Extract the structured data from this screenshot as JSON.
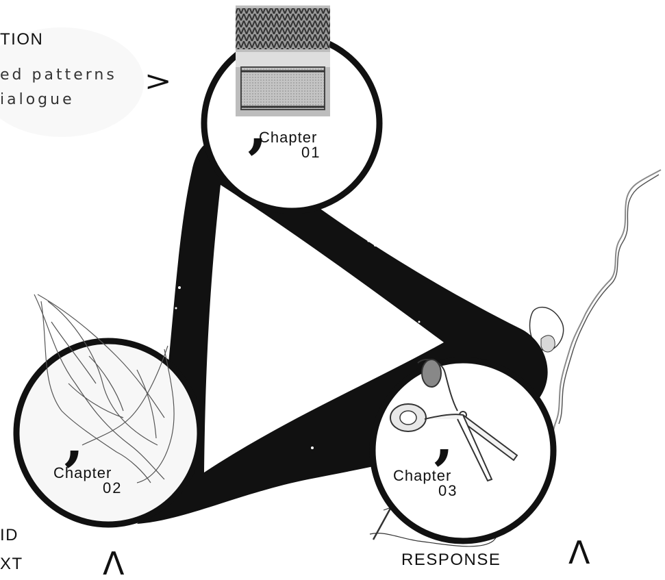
{
  "labels": {
    "top_heading": "TION",
    "top_line1": "ed  patterns",
    "top_line2": "ialogue",
    "arrow_right": ">",
    "left_line1": "ID",
    "left_line2": "XT",
    "arrow_up_left": "Λ",
    "response": "RESPONSE",
    "arrow_up_right": "Λ"
  },
  "chapters": [
    {
      "word": "Chapter",
      "number": "01",
      "quote": "‚",
      "illustration": "woven-fabric-swatch"
    },
    {
      "word": "Chapter",
      "number": "02",
      "quote": "‚",
      "illustration": "draped-cloth"
    },
    {
      "word": "Chapter",
      "number": "03",
      "quote": "‚",
      "illustration": "scissors-and-thread"
    }
  ],
  "icons": {
    "arrow_right": "right-chevron-icon",
    "arrow_up": "up-caret-icon",
    "needle": "needle-icon",
    "thread": "thread-icon"
  },
  "colors": {
    "ink": "#111111",
    "paper": "#ffffff",
    "fabric_light": "#d9d9d9",
    "fabric_dark": "#555555",
    "thread": "#8a8a8a"
  }
}
